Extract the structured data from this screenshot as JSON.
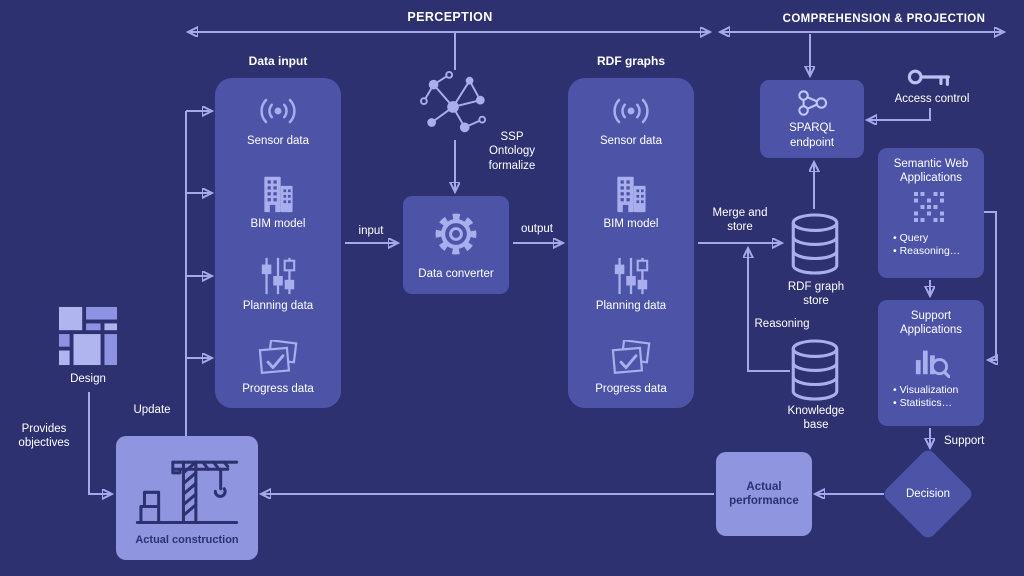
{
  "header": {
    "perception": "PERCEPTION",
    "comprehension": "COMPREHENSION & PROJECTION"
  },
  "data_input": {
    "title": "Data input",
    "items": [
      "Sensor data",
      "BIM model",
      "Planning data",
      "Progress data"
    ]
  },
  "rdf_graphs": {
    "title": "RDF graphs",
    "items": [
      "Sensor data",
      "BIM model",
      "Planning data",
      "Progress data"
    ]
  },
  "nodes": {
    "ontology_note": "SSP\nOntology\nformalize",
    "data_converter": "Data converter",
    "sparql_endpoint": "SPARQL\nendpoint",
    "access_control": "Access control",
    "semantic_web_apps": {
      "title": "Semantic Web\nApplications",
      "bullets": [
        "Query",
        "Reasoning…"
      ]
    },
    "support_apps": {
      "title": "Support\nApplications",
      "bullets": [
        "Visualization",
        "Statistics…"
      ]
    },
    "rdf_graph_store": "RDF graph\nstore",
    "knowledge_base": "Knowledge\nbase",
    "decision": "Decision",
    "actual_performance": "Actual\nperformance",
    "actual_construction": "Actual construction",
    "design": "Design"
  },
  "edge_labels": {
    "input": "input",
    "output": "output",
    "merge_store": "Merge and\nstore",
    "reasoning": "Reasoning",
    "support": "Support",
    "update": "Update",
    "provides_objectives": "Provides\nobjectives"
  },
  "colors": {
    "background": "#2d3170",
    "panel": "#4d54a8",
    "highlight_box": "#9095e0",
    "connector": "#a3a9ea",
    "text": "#ffffff"
  }
}
